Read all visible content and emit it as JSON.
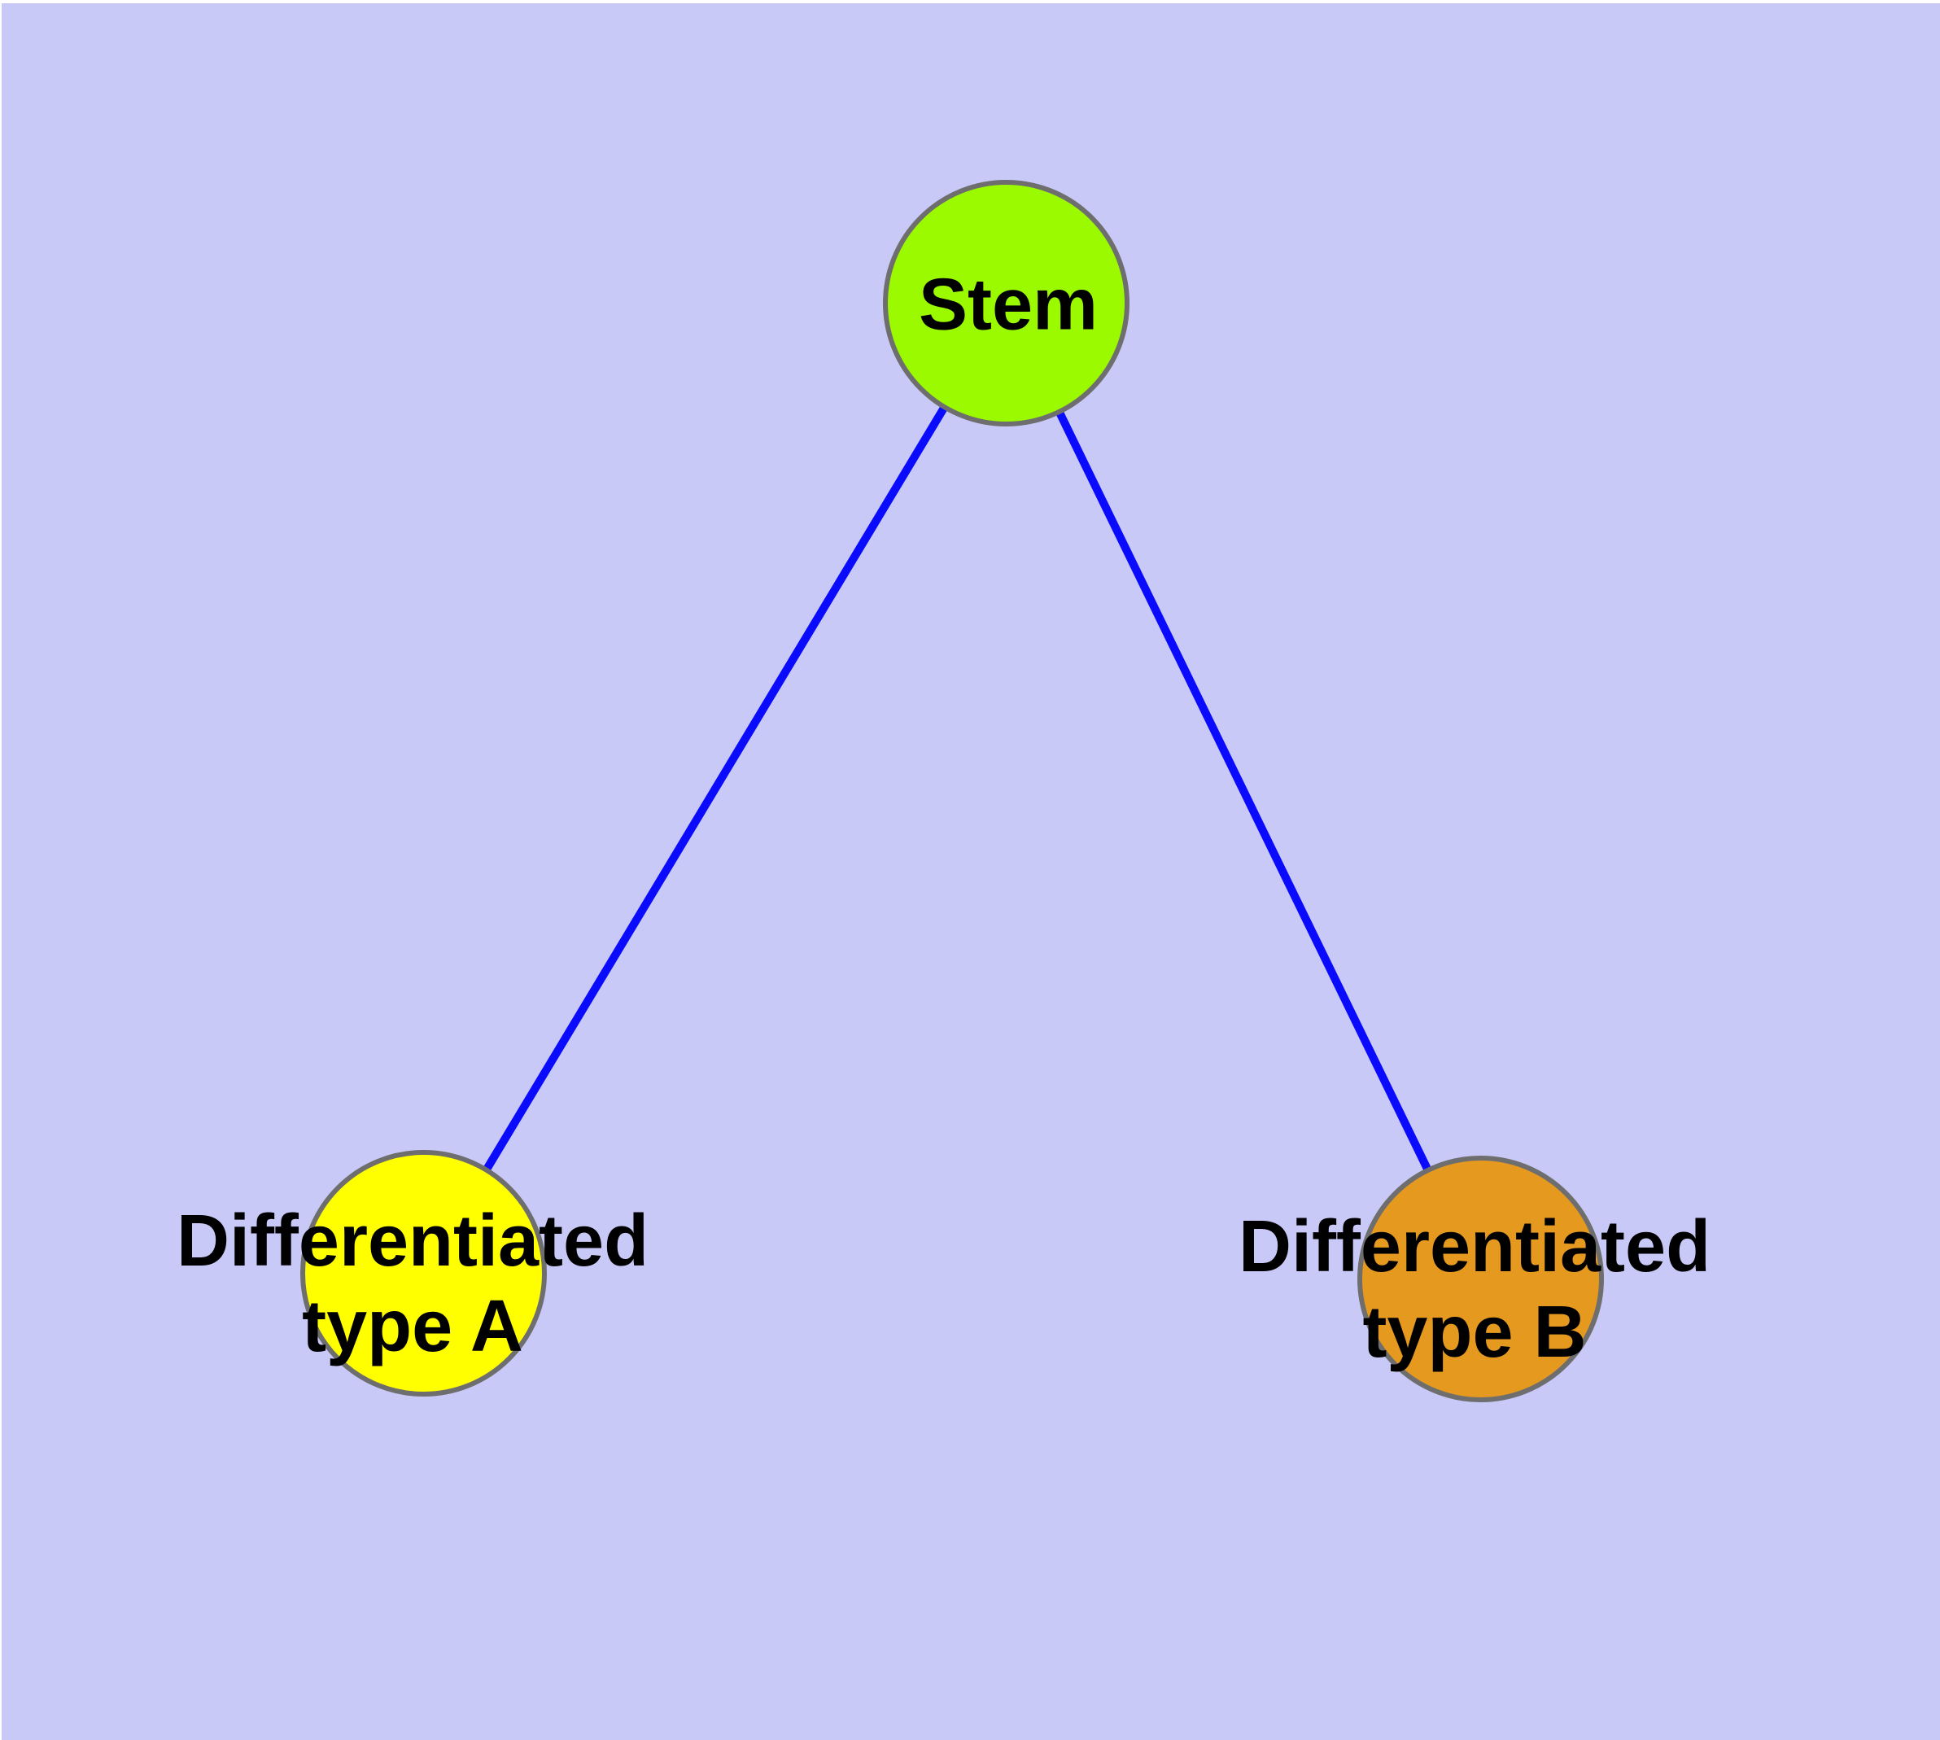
{
  "diagram": {
    "type": "node-link-graph",
    "background_color": "#C9C9F7",
    "frame_color": "#FFFFFF",
    "edge_color": "#0A0AFC",
    "node_border_color": "#6E6E6E",
    "label_color": "#000000",
    "nodes": [
      {
        "id": "stem",
        "label": "Stem",
        "fill": "#9BF900"
      },
      {
        "id": "differentiated-type-a",
        "label_line1": "Differentiated",
        "label_line2": "type A",
        "fill": "#FFFF00"
      },
      {
        "id": "differentiated-type-b",
        "label_line1": "Differentiated",
        "label_line2": "type B",
        "fill": "#E5991F"
      }
    ],
    "edges": [
      {
        "from": "Stem",
        "to": "Differentiated type A"
      },
      {
        "from": "Stem",
        "to": "Differentiated type B"
      }
    ]
  }
}
